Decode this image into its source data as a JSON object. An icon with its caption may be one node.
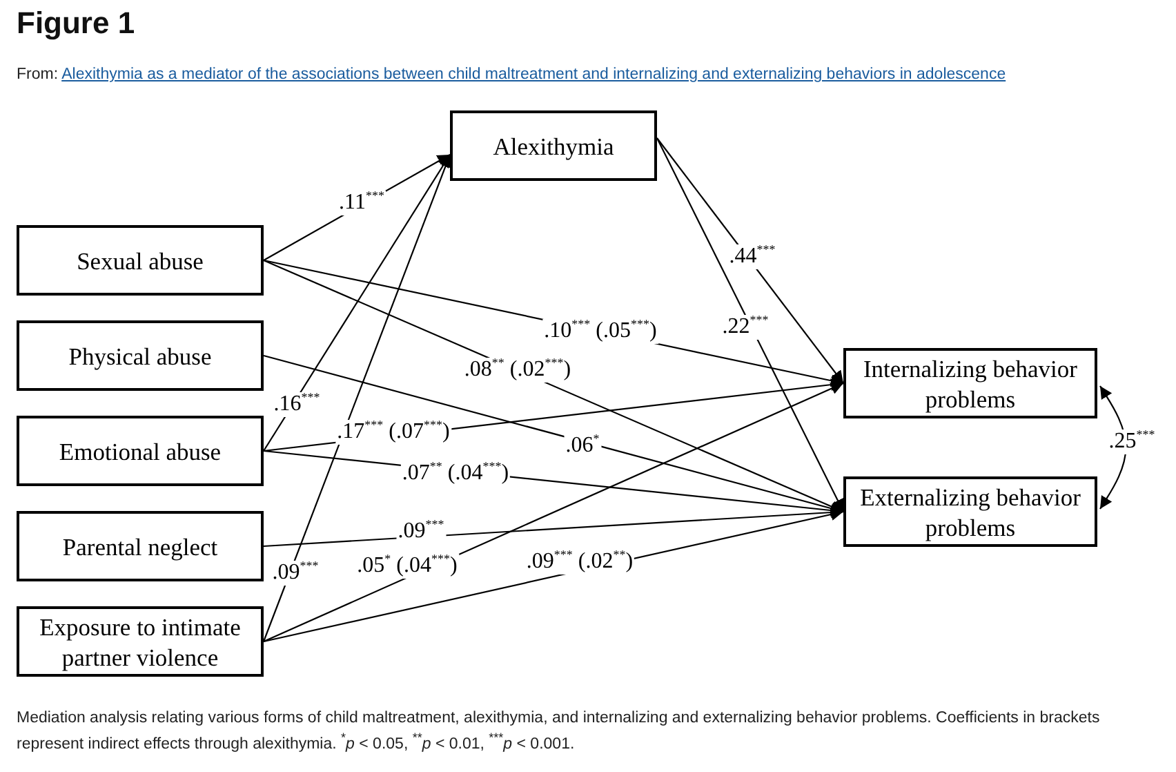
{
  "diagram": {
    "title": "Figure 1",
    "caption": "Mediation analysis relating various forms of child maltreatment, alexithymia, and internalizing and externalizing behavior problems. Coefficients in brackets represent indirect effects through alexithymia. $^{*}$*p* < 0.05, $^{**}$*p* < 0.01, $^{***}$*p* < 0.001.",
    "nodes": [
      {
        "text": [
          "Alexithymia"
        ]
      },
      {
        "text": [
          "Sexual abuse"
        ]
      },
      {
        "text": [
          "Physical abuse"
        ]
      },
      {
        "text": [
          "Emotional abuse"
        ]
      },
      {
        "text": [
          "Parental neglect"
        ]
      },
      {
        "text": [
          "Exposure to intimate partner violence"
        ]
      },
      {
        "text": [
          "Internalizing behavior problems"
        ]
      },
      {
        "text": [
          "Externalizing behavior problems"
        ]
      }
    ],
    "edges": [
      {
        "from": 1,
        "to": 0,
        "arrow": "to",
        "label": ".11$^{***}$"
      },
      {
        "from": 3,
        "to": 0,
        "arrow": "to",
        "label": ".16$^{***}$"
      },
      {
        "from": 5,
        "to": 0,
        "arrow": "to",
        "label": ".09$^{***}$"
      },
      {
        "from": 1,
        "to": 6,
        "arrow": "to",
        "label": ".10$^{***}$ (.05$^{***}$)"
      },
      {
        "from": 1,
        "to": 7,
        "arrow": "to",
        "label": ".08$^{**}$ (.02$^{***}$)"
      },
      {
        "from": 2,
        "to": 7,
        "arrow": "to",
        "label": ".06$^{*}$"
      },
      {
        "from": 3,
        "to": 6,
        "arrow": "to",
        "label": ".17$^{***}$ (.07$^{***}$)"
      },
      {
        "from": 3,
        "to": 7,
        "arrow": "to",
        "label": ".07$^{**}$ (.04$^{***}$)"
      },
      {
        "from": 4,
        "to": 7,
        "arrow": "to",
        "label": ".09$^{***}$"
      },
      {
        "from": 5,
        "to": 6,
        "arrow": "to",
        "label": ".05$^{*}$ (.04$^{***}$)"
      },
      {
        "from": 5,
        "to": 7,
        "arrow": "to",
        "label": ".09$^{***}$ (.02$^{**}$)"
      },
      {
        "from": 0,
        "to": 6,
        "arrow": "to",
        "label": ".44$^{***}$"
      },
      {
        "from": 0,
        "to": 7,
        "arrow": "to",
        "label": ".22$^{***}$"
      },
      {
        "from": 6,
        "to": 7,
        "arrow": "both",
        "label": ".25$^{***}$"
      }
    ],
    "labels": [
      "From:",
      "Alexithymia as a mediator of the associations between child maltreatment and internalizing and externalizing behaviors in adolescence"
    ]
  }
}
